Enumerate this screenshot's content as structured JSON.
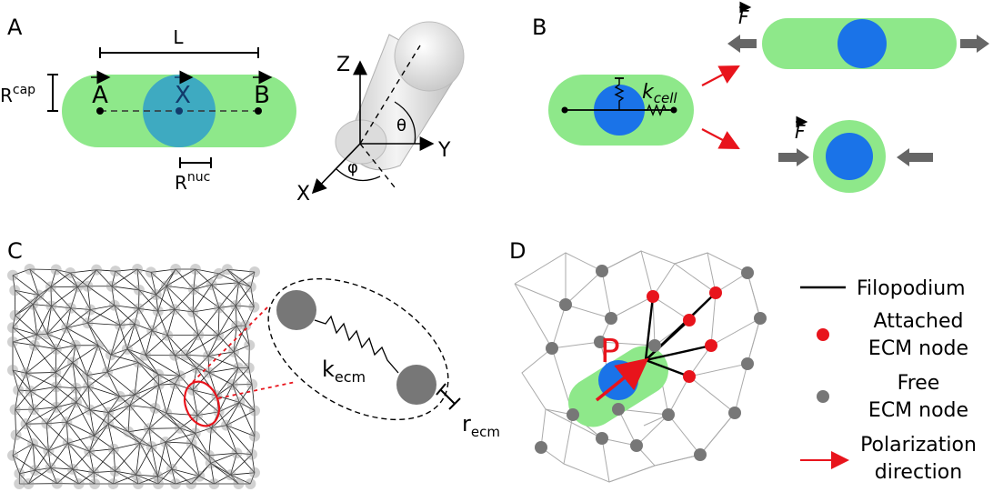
{
  "panels": {
    "a": "A",
    "b": "B",
    "c": "C",
    "d": "D"
  },
  "panel_a": {
    "length": "L",
    "r_cap_base": "R",
    "r_cap_sup": "cap",
    "point_a": "A",
    "point_x": "X",
    "point_b": "B",
    "r_nuc_base": "R",
    "r_nuc_sup": "nuc",
    "axis_z": "Z",
    "axis_y": "Y",
    "axis_x": "X",
    "theta": "θ",
    "phi": "φ"
  },
  "panel_b": {
    "k_base": "k",
    "k_sub": "cell",
    "force_top": "F",
    "force_bottom": "F"
  },
  "panel_c": {
    "k_base": "k",
    "k_sub": "ecm",
    "r_base": "r",
    "r_sub": "ecm"
  },
  "panel_d": {
    "polarization_letter": "P",
    "legend": {
      "filopodium": "Filopodium",
      "attached_line1": "Attached",
      "attached_line2": "ECM node",
      "free_line1": "Free",
      "free_line2": "ECM node",
      "polarization_line1": "Polarization",
      "polarization_line2": "direction"
    }
  },
  "colors": {
    "cell_green": "#8ee88a",
    "nucleus_blue": "#1a73e8",
    "nucleus_teal": "#3aa6c4",
    "arrow_red": "#e8141c",
    "node_gray": "#777777",
    "force_gray": "#666666"
  }
}
